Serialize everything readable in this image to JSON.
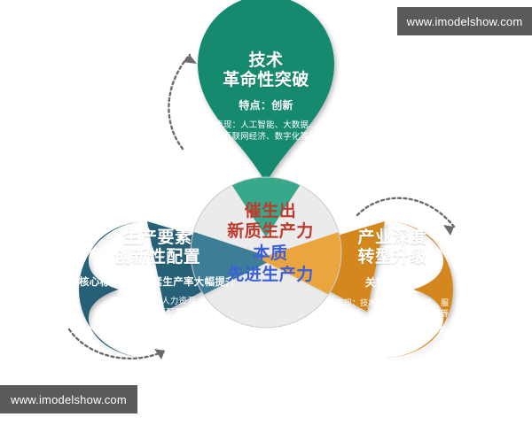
{
  "watermarks": {
    "top": "www.imodelshow.com",
    "bottom": "www.imodelshow.com"
  },
  "colors": {
    "green": "#128a6e",
    "green_light": "#38a88a",
    "teal": "#256176",
    "teal_light": "#3d7e96",
    "orange": "#d4871d",
    "orange_light": "#eaa53e",
    "center_fill": "#ebebeb",
    "center_red": "#c0392b",
    "center_blue": "#3a5fd9",
    "arrow": "#6b6b6b",
    "watermark_bg": "#5a5a5a"
  },
  "lobes": [
    {
      "id": "technology",
      "title_line1": "技术",
      "title_line2": "革命性突破",
      "subtitle": "特点：创新",
      "detail_line1": "表现：人工智能、大数据、",
      "detail_line2": "互联网经济、数字化等"
    },
    {
      "id": "production-factors",
      "title_line1": "生产要素",
      "title_line2": "创新性配置",
      "subtitle": "核心标志：全要素生产率大幅提升",
      "detail_line1": "表现：技术、人力资源、",
      "detail_line2": "资本配置、资源配置等创新"
    },
    {
      "id": "industry-upgrade",
      "title_line1": "产业深度",
      "title_line2": "转型升级",
      "subtitle": "关键：质优",
      "detail_line1": "表现：技术升级、产品升级、服",
      "detail_line2": "务升级、创新驱动、绿色发展等"
    }
  ],
  "center": {
    "red_line1": "催生出",
    "red_line2": "新质生产力",
    "blue_line1": "本质",
    "blue_line2": "先进生产力"
  }
}
